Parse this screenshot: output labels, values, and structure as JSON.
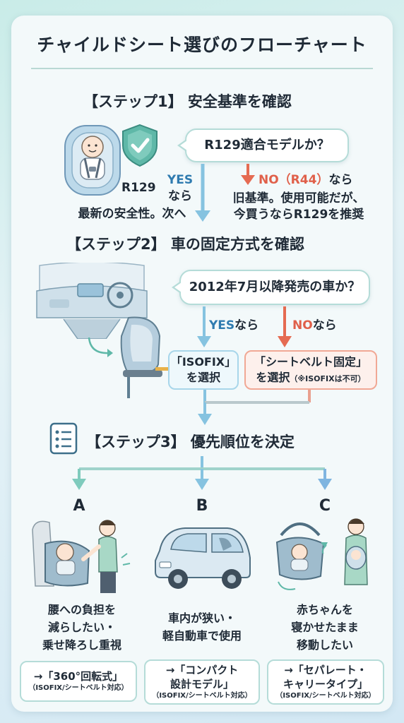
{
  "title": "チャイルドシート選びのフローチャート",
  "step1": {
    "heading": "【ステップ1】 安全基準を確認",
    "question": "R129適合モデルか？",
    "badge_label": "R129",
    "yes_label": "YES",
    "yes_suffix": "なら",
    "yes_result": "最新の安全性。次へ",
    "no_label": "NO（R44）",
    "no_suffix": "なら",
    "no_line1": "旧基準。使用可能だが、",
    "no_line2": "今買うならR129を推奨"
  },
  "step2": {
    "heading": "【ステップ2】 車の固定方式を確認",
    "question": "2012年7月以降発売の車か？",
    "yes_label": "YES",
    "yes_suffix": "なら",
    "no_label": "NO",
    "no_suffix": "なら",
    "yes_box_line1": "「ISOFIX」",
    "yes_box_line2": "を選択",
    "no_box_line1": "「シートベルト固定」",
    "no_box_line2": "を選択",
    "no_box_note": "（※ISOFIXは不可）"
  },
  "step3": {
    "heading": "【ステップ3】 優先順位を決定",
    "options": [
      {
        "letter": "A",
        "line1": "腰への負担を",
        "line2": "減らしたい・",
        "line3": "乗せ降ろし重視",
        "result1": "→「360°回転式」",
        "result2": "",
        "note": "（ISOFIX/シートベルト対応）"
      },
      {
        "letter": "B",
        "line1": "車内が狭い・",
        "line2": "軽自動車で使用",
        "line3": "",
        "result1": "→「コンパクト",
        "result2": "設計モデル」",
        "note": "（ISOFIX/シートベルト対応）"
      },
      {
        "letter": "C",
        "line1": "赤ちゃんを",
        "line2": "寝かせたまま",
        "line3": "移動したい",
        "result1": "→「セパレート・",
        "result2": "キャリータイプ」",
        "note": "（ISOFIX/シートベルト対応）"
      }
    ]
  },
  "colors": {
    "teal": "#5fb8a8",
    "blue_arrow": "#86c3e0",
    "red_arrow": "#e56b52",
    "yes_text": "#2f7bb0",
    "no_text": "#e0604a"
  }
}
